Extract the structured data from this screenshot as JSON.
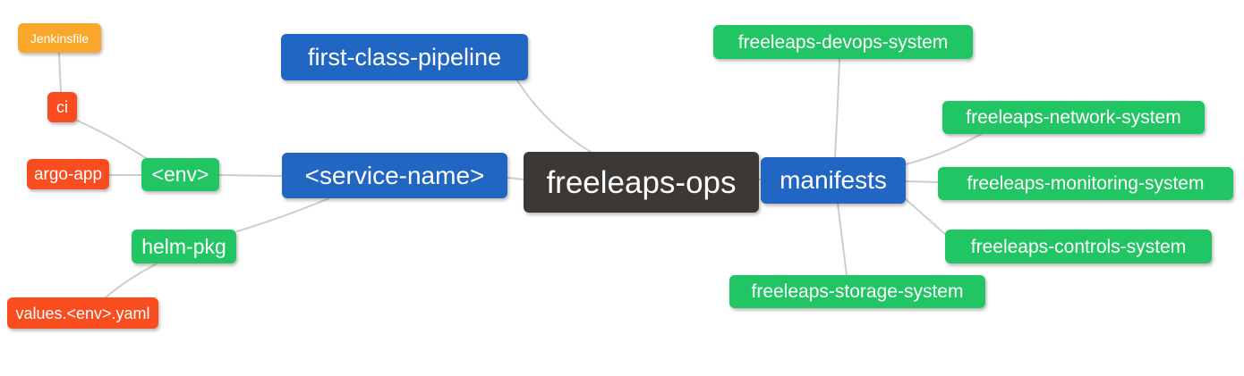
{
  "diagram": {
    "type": "mind-map",
    "root_label": "freeleaps-ops"
  },
  "palette": {
    "blue": "#2066c2",
    "green": "#22c564",
    "orange": "#f9a72b",
    "red": "#f94c1f",
    "dark": "#3b3836",
    "edge": "#cdcdcd",
    "node_text": "#ffffff",
    "background": "#ffffff"
  },
  "nodes": {
    "freeleaps_ops": {
      "label": "freeleaps-ops",
      "color": "#3b3836"
    },
    "first_class_pipeline": {
      "label": "first-class-pipeline",
      "color": "#2066c2"
    },
    "service_name": {
      "label": "<service-name>",
      "color": "#2066c2"
    },
    "manifests": {
      "label": "manifests",
      "color": "#2066c2"
    },
    "env": {
      "label": "<env>",
      "color": "#22c564"
    },
    "helm_pkg": {
      "label": "helm-pkg",
      "color": "#22c564"
    },
    "jenkinsfile": {
      "label": "Jenkinsfile",
      "color": "#f9a72b"
    },
    "ci": {
      "label": "ci",
      "color": "#f94c1f"
    },
    "argo_app": {
      "label": "argo-app",
      "color": "#f94c1f"
    },
    "values_yaml": {
      "label": "values.<env>.yaml",
      "color": "#f94c1f"
    },
    "devops_system": {
      "label": "freeleaps-devops-system",
      "color": "#22c564"
    },
    "network_system": {
      "label": "freeleaps-network-system",
      "color": "#22c564"
    },
    "monitoring_system": {
      "label": "freeleaps-monitoring-system",
      "color": "#22c564"
    },
    "controls_system": {
      "label": "freeleaps-controls-system",
      "color": "#22c564"
    },
    "storage_system": {
      "label": "freeleaps-storage-system",
      "color": "#22c564"
    }
  },
  "edges": [
    {
      "from": "jenkinsfile",
      "to": "ci"
    },
    {
      "from": "ci",
      "to": "env"
    },
    {
      "from": "argo_app",
      "to": "env"
    },
    {
      "from": "env",
      "to": "service_name"
    },
    {
      "from": "helm_pkg",
      "to": "service_name"
    },
    {
      "from": "values_yaml",
      "to": "helm_pkg"
    },
    {
      "from": "first_class_pipeline",
      "to": "freeleaps_ops"
    },
    {
      "from": "service_name",
      "to": "freeleaps_ops"
    },
    {
      "from": "freeleaps_ops",
      "to": "manifests"
    },
    {
      "from": "manifests",
      "to": "devops_system"
    },
    {
      "from": "manifests",
      "to": "network_system"
    },
    {
      "from": "manifests",
      "to": "monitoring_system"
    },
    {
      "from": "manifests",
      "to": "controls_system"
    },
    {
      "from": "manifests",
      "to": "storage_system"
    }
  ]
}
